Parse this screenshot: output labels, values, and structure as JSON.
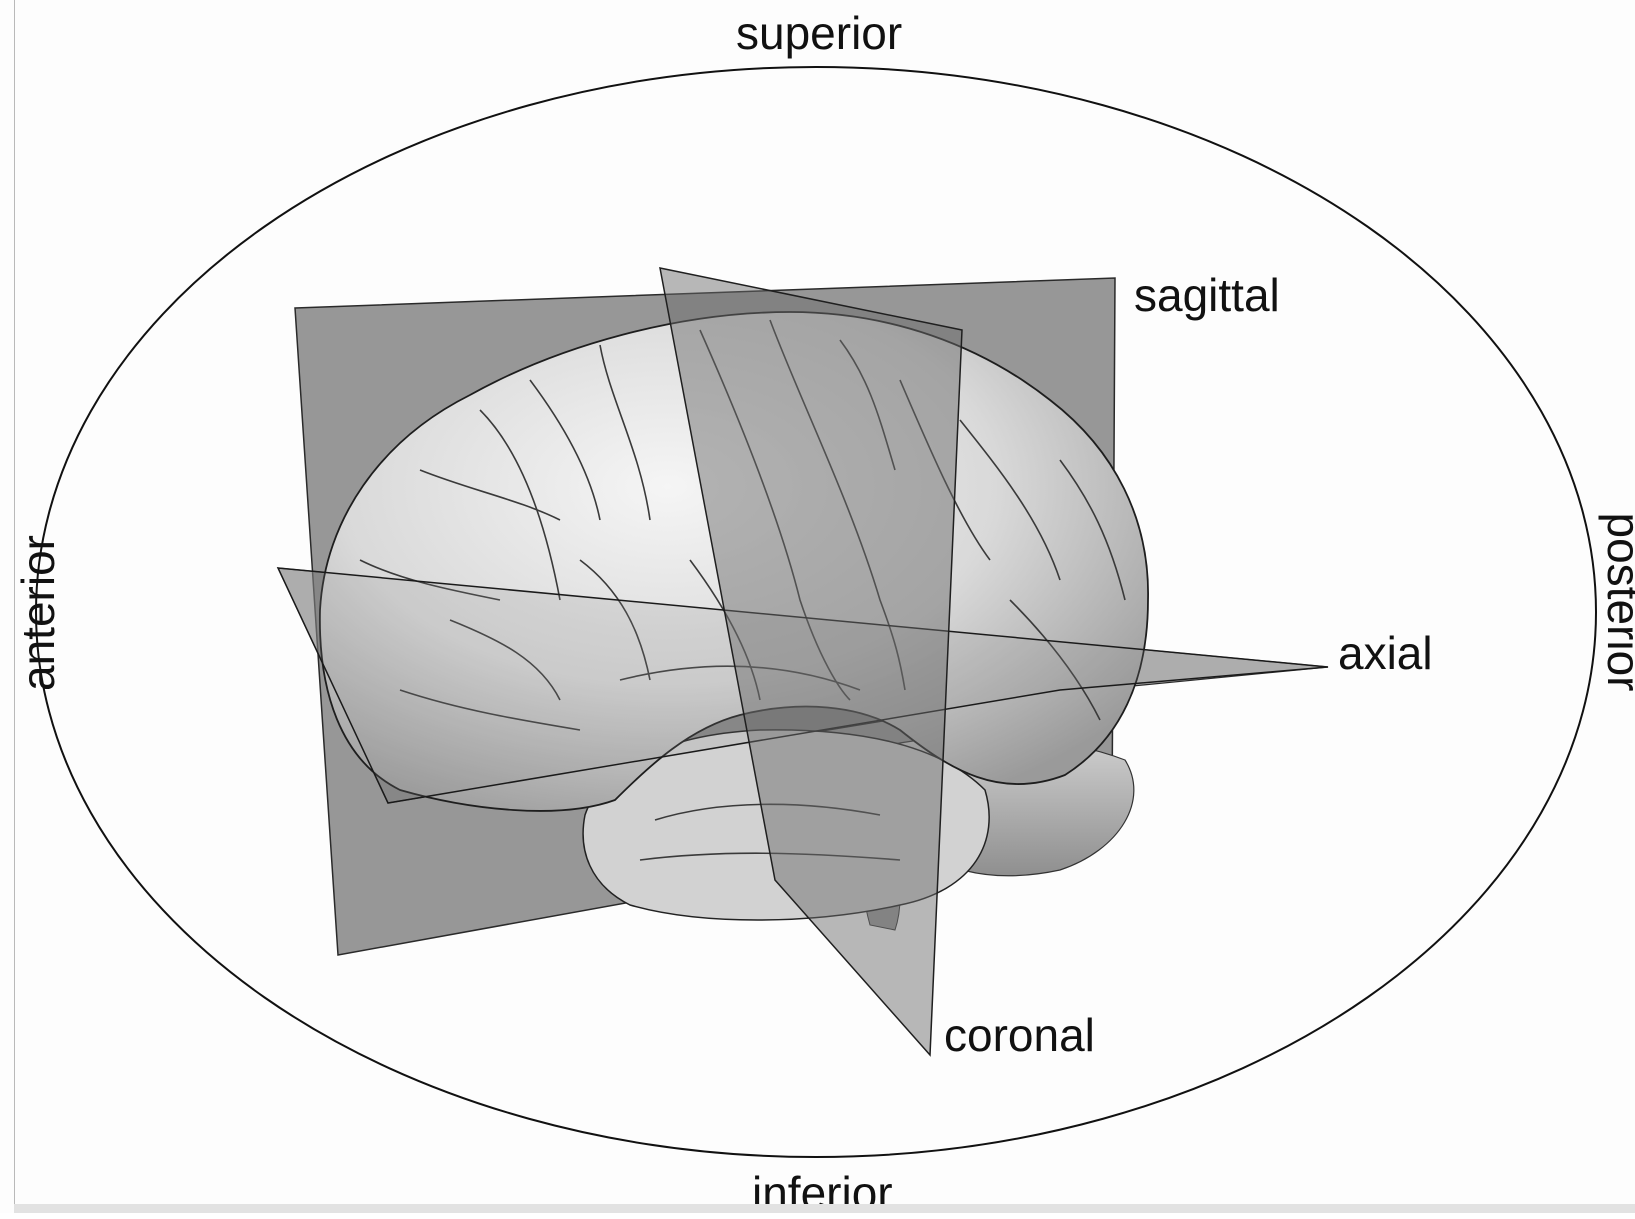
{
  "labels": {
    "superior": "superior",
    "inferior": "inferior",
    "anterior": "anterior",
    "posterior": "posterior",
    "sagittal": "sagittal",
    "axial": "axial",
    "coronal": "coronal"
  },
  "colors": {
    "background": "#fdfdfd",
    "plane_fill": "#6f6f6f",
    "brain_light": "#f2f2f2",
    "brain_mid": "#c4c4c4",
    "brain_dark": "#8d8d8d",
    "outline": "#111111"
  }
}
